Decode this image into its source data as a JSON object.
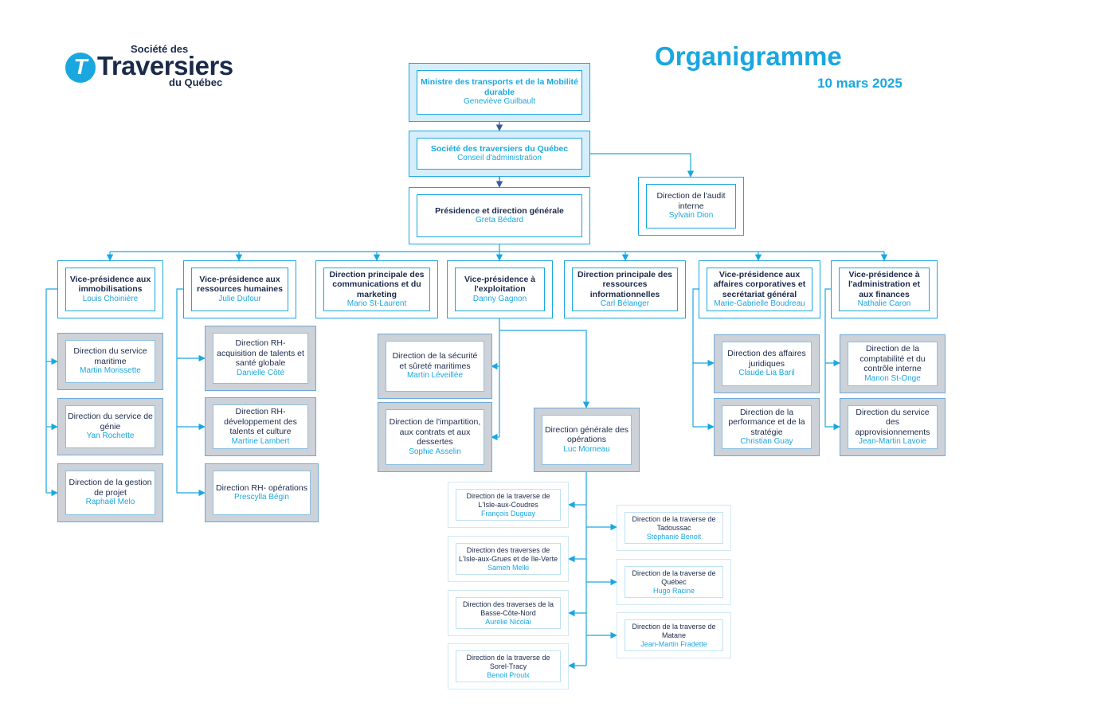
{
  "logo": {
    "line1": "Société des",
    "line2": "Traversiers",
    "line3": "du Québec",
    "mark": "T"
  },
  "header": {
    "title": "Organigramme",
    "date": "10 mars 2025"
  },
  "colors": {
    "accent": "#1aa7e0",
    "navy": "#1b2a4a",
    "grey_box": "#cdd1d8",
    "top_fill": "#d5eef9"
  },
  "nodes": {
    "ministre": {
      "title": "Ministre des transports et de la Mobilité durable",
      "name": "Geneviève Guilbault"
    },
    "societe": {
      "title": "Société des traversiers du Québec",
      "name": "Conseil d'administration"
    },
    "presidence": {
      "title": "Présidence et direction générale",
      "name": "Greta Bédard"
    },
    "audit": {
      "title": "Direction de l'audit interne",
      "name": "Sylvain Dion"
    },
    "vp_immo": {
      "title": "Vice-présidence aux immobilisations",
      "name": "Louis Choinière"
    },
    "vp_rh": {
      "title": "Vice-présidence aux ressources humaines",
      "name": "Julie Dufour"
    },
    "dp_comm": {
      "title": "Direction principale des communications et du marketing",
      "name": "Mario St-Laurent"
    },
    "vp_expl": {
      "title": "Vice-présidence à l'exploitation",
      "name": "Danny Gagnon"
    },
    "dp_ri": {
      "title": "Direction principale des ressources informationnelles",
      "name": "Carl Bélanger"
    },
    "vp_corp": {
      "title": "Vice-présidence aux affaires corporatives et secrétariat général",
      "name": "Marie-Gabrielle Boudreau"
    },
    "vp_adm": {
      "title": "Vice-présidence à l'administration et aux finances",
      "name": "Nathalie Caron"
    },
    "d_maritime": {
      "title": "Direction du service maritime",
      "name": "Martin Morissette"
    },
    "d_genie": {
      "title": "Direction du service de génie",
      "name": "Yan Rochette"
    },
    "d_projet": {
      "title": "Direction de la gestion de projet",
      "name": "Raphaël Melo"
    },
    "rh_acq": {
      "title": "Direction RH- acquisition de talents et santé globale",
      "name": "Danielle Côté"
    },
    "rh_dev": {
      "title": "Direction RH- développement des talents et culture",
      "name": "Martine Lambert"
    },
    "rh_ops": {
      "title": "Direction RH- opérations",
      "name": "Prescylla Bégin"
    },
    "d_surete": {
      "title": "Direction de la sécurité et sûreté maritimes",
      "name": "Martin Léveillée"
    },
    "d_impart": {
      "title": "Direction de l'impartition, aux contrats et aux dessertes",
      "name": "Sophie Asselin"
    },
    "dg_ops": {
      "title": "Direction générale des opérations",
      "name": "Luc Morneau"
    },
    "d_juri": {
      "title": "Direction des affaires juridiques",
      "name": "Claude Lia Baril"
    },
    "d_perf": {
      "title": "Direction de la performance et de la stratégie",
      "name": "Christian Guay"
    },
    "d_compta": {
      "title": "Direction de la comptabilité et du contrôle interne",
      "name": "Manon St-Onge"
    },
    "d_appro": {
      "title": "Direction du service des approvisionnements",
      "name": "Jean-Martin Lavoie"
    },
    "t_isle_coudres": {
      "title": "Direction de la traverse de L'Isle-aux-Coudres",
      "name": "François Duguay"
    },
    "t_isle_grues": {
      "title": "Direction des traverses de L'Isle-aux-Grues et de île-Verte",
      "name": "Sameh Melki"
    },
    "t_basse_cote": {
      "title": "Direction des traverses de la Basse-Côte-Nord",
      "name": "Aurélie Nicolai"
    },
    "t_sorel": {
      "title": "Direction de la traverse de Sorel-Tracy",
      "name": "Benoit Proulx"
    },
    "t_tadoussac": {
      "title": "Direction de la traverse de Tadoussac",
      "name": "Stéphanie Benoit"
    },
    "t_quebec": {
      "title": "Direction de la traverse de Québec",
      "name": "Hugo Racine"
    },
    "t_matane": {
      "title": "Direction de la traverse de Matane",
      "name": "Jean-Martin Fradette"
    }
  }
}
